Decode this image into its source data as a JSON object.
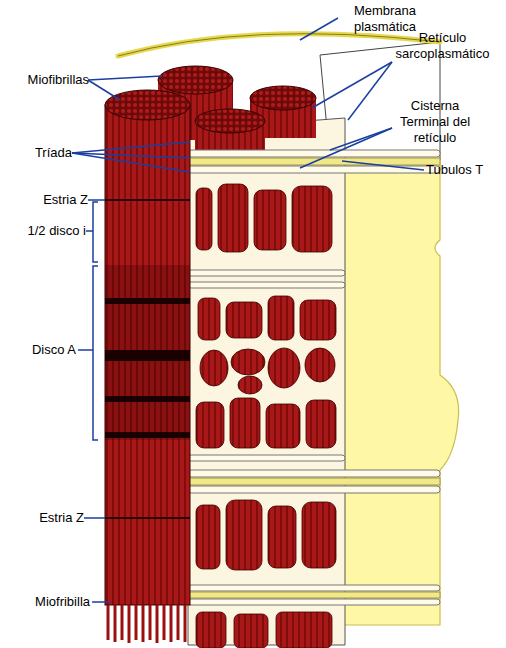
{
  "diagram": {
    "labels": [
      "Membrana plasmática",
      "Retículo sarcoplasmático",
      "Miofibrillas",
      "Cisterna Terminal del retículo",
      "Tríada",
      "Tubulos T",
      "Estria Z",
      "1/2 disco i",
      "Disco A",
      "Estria Z",
      "Miofribilla"
    ]
  }
}
